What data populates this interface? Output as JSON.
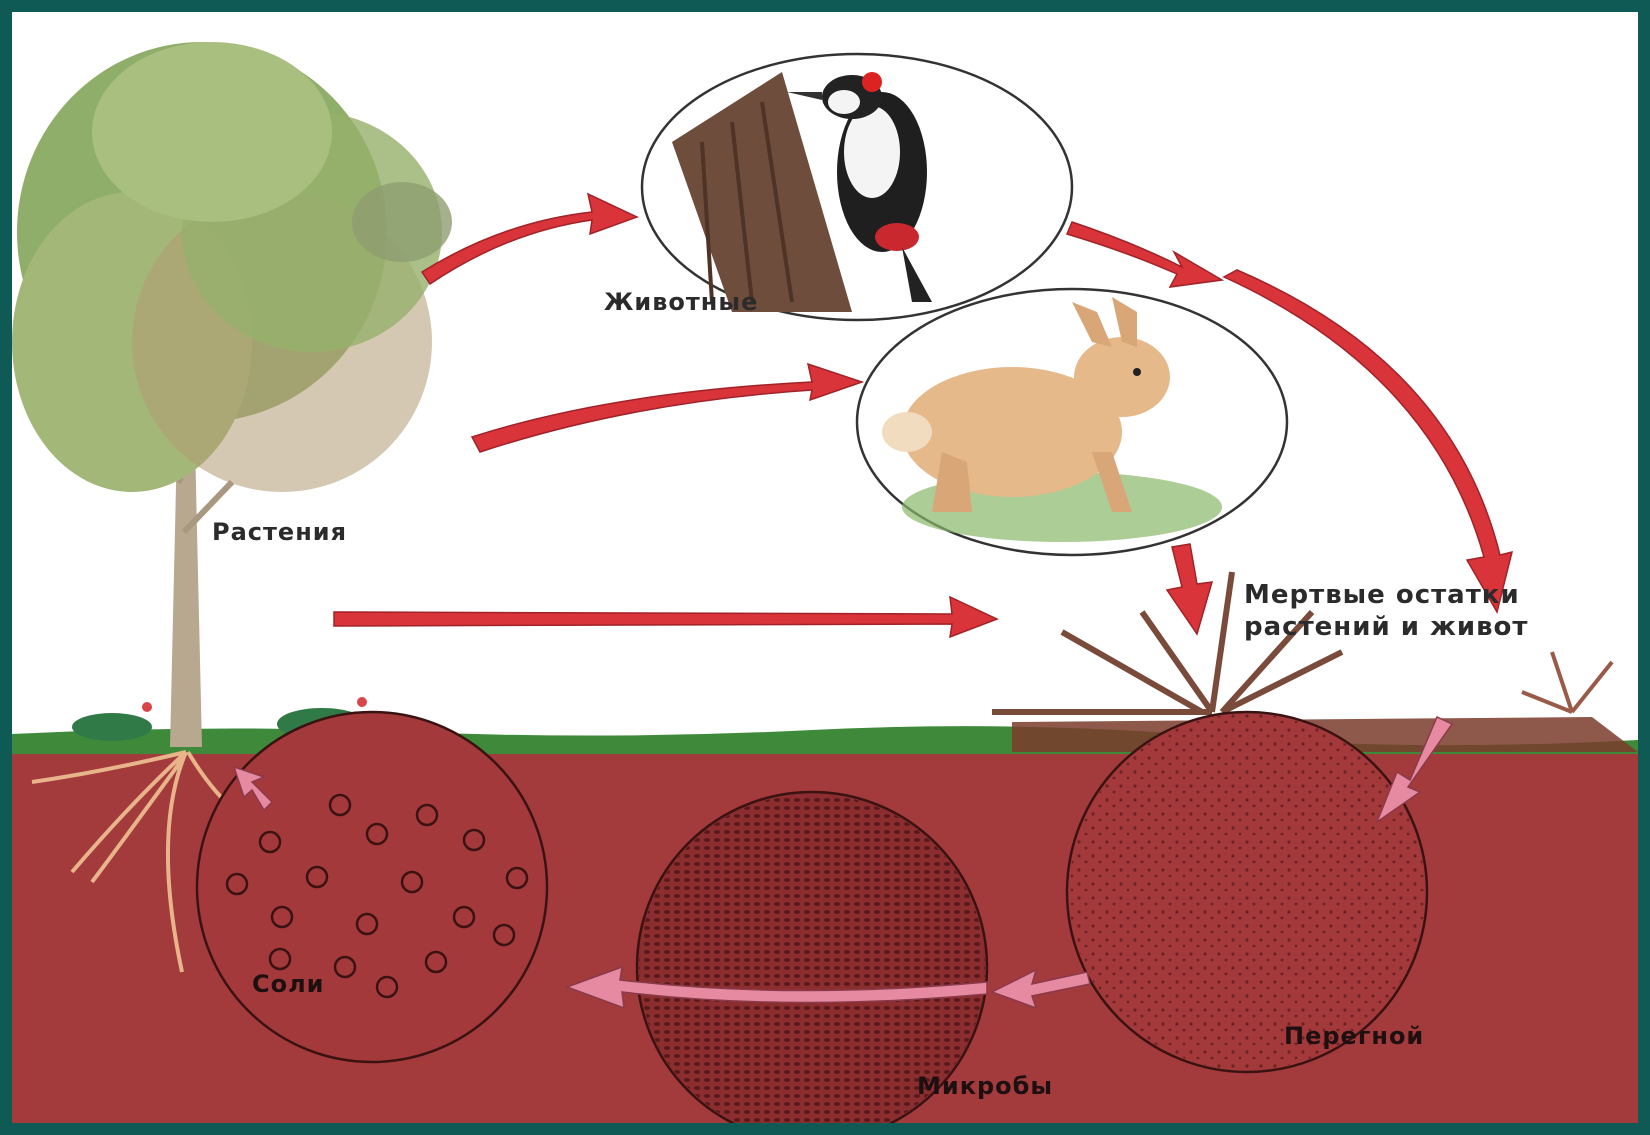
{
  "labels": {
    "plants": "Растения",
    "animals": "Животные",
    "dead_remains_line1": "Мертвые остатки",
    "dead_remains_line2": "растений и живот",
    "salts": "Соли",
    "microbes": "Микробы",
    "humus": "Перегной"
  },
  "colors": {
    "frame": "#0f5a55",
    "soil": "#a33a3c",
    "grass": "#3f8a3a",
    "arrow_red": "#d8343a",
    "arrow_pink": "#e58aa0",
    "tree_foliage": "#8fae6a",
    "trunk": "#b8a890"
  },
  "icons": [
    "tree",
    "woodpecker",
    "hare",
    "fallen-tree-stump",
    "salt-particles",
    "microbes",
    "humus-particles"
  ]
}
